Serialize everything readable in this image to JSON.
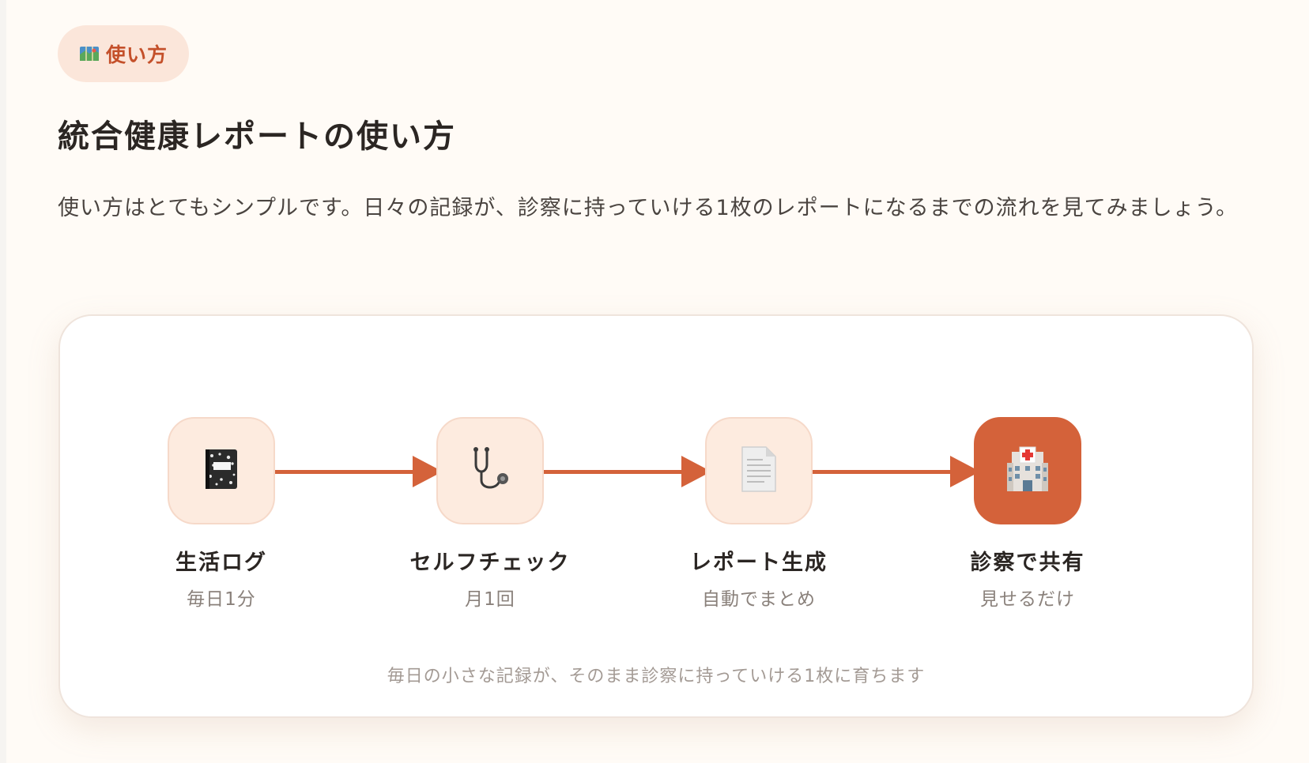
{
  "badge": {
    "icon": "map-icon",
    "label": "使い方"
  },
  "title": "統合健康レポートの使い方",
  "lead": "使い方はとてもシンプルです。日々の記録が、診察に持っていける1枚のレポートになるまでの流れを見てみましょう。",
  "flow": {
    "steps": [
      {
        "icon": "notebook-icon",
        "title": "生活ログ",
        "subtitle": "毎日1分"
      },
      {
        "icon": "stethoscope-icon",
        "title": "セルフチェック",
        "subtitle": "月1回"
      },
      {
        "icon": "document-icon",
        "title": "レポート生成",
        "subtitle": "自動でまとめ"
      },
      {
        "icon": "hospital-icon",
        "title": "診察で共有",
        "subtitle": "見せるだけ"
      }
    ],
    "caption": "毎日の小さな記録が、そのまま診察に持っていける1枚に育ちます",
    "accent_color": "#d4623a"
  }
}
